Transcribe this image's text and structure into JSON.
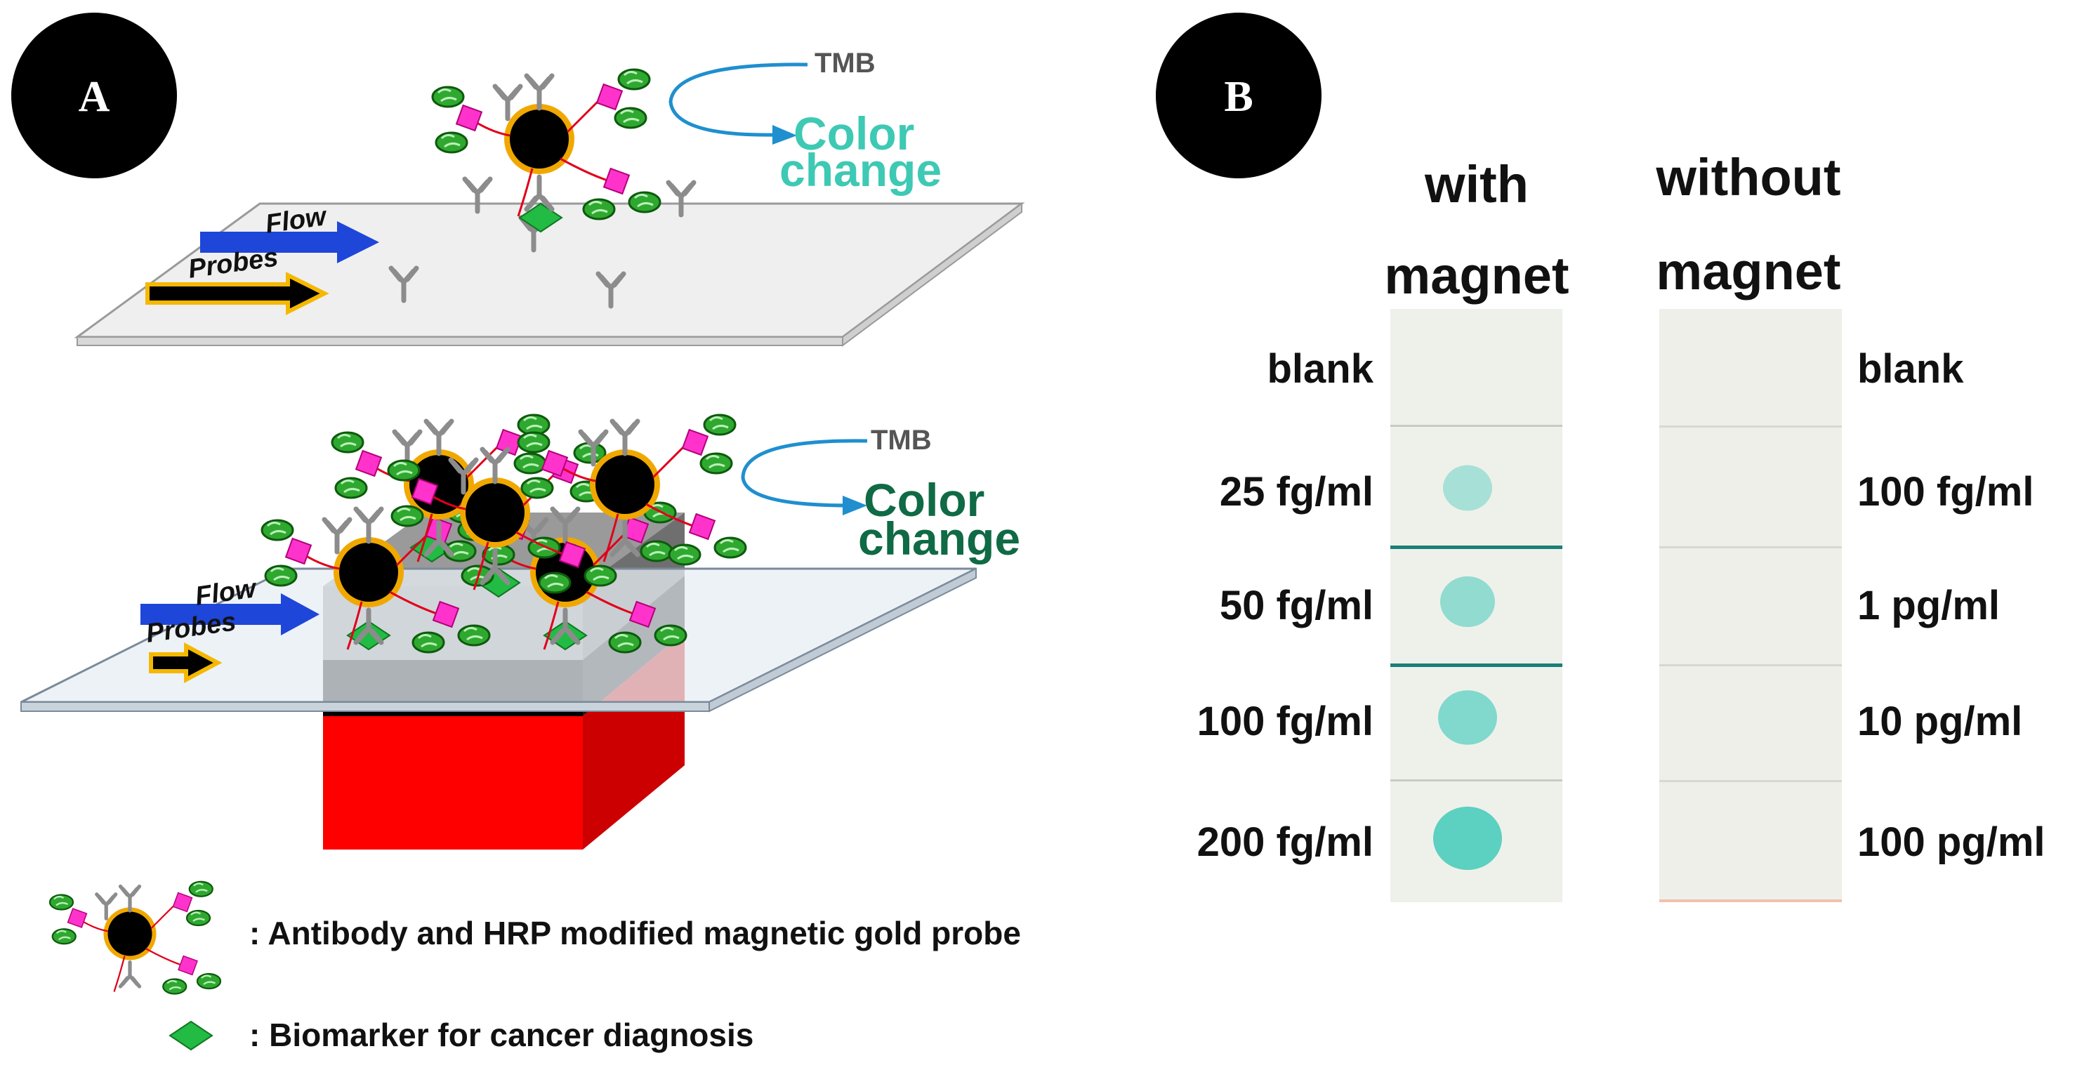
{
  "panels": {
    "a_letter": "A",
    "b_letter": "B"
  },
  "panel_a": {
    "top": {
      "flow_label": "Flow",
      "probes_label": "Probes",
      "tmb_label": "TMB",
      "color_change_line1": "Color",
      "color_change_line2": "change"
    },
    "bottom": {
      "flow_label": "Flow",
      "probes_label": "Probes",
      "tmb_label": "TMB",
      "color_change_line1": "Color",
      "color_change_line2": "change"
    },
    "legend": {
      "probe_text": ": Antibody and HRP modified magnetic gold probe",
      "biomarker_text": ": Biomarker for cancer diagnosis"
    }
  },
  "panel_b": {
    "with_magnet_line1": "with",
    "with_magnet_line2": "magnet",
    "without_magnet_line1": "without",
    "without_magnet_line2": "magnet",
    "left_labels": [
      "blank",
      "25 fg/ml",
      "50 fg/ml",
      "100 fg/ml",
      "200 fg/ml"
    ],
    "right_labels": [
      "blank",
      "100 fg/ml",
      "1 pg/ml",
      "10 pg/ml",
      "100 pg/ml"
    ],
    "left_spot_intensity": [
      0,
      0.25,
      0.45,
      0.6,
      0.95
    ],
    "right_spot_intensity": [
      0,
      0,
      0,
      0,
      0
    ]
  },
  "colors": {
    "badge": "#000000",
    "flow_arrow": "#1e46d8",
    "probes_arrow_fill": "#000000",
    "probes_arrow_outline": "#f5b800",
    "gold_ring": "#f0a800",
    "hrp": "#2fa82f",
    "linker": "#ff33cc",
    "biomarker": "#22bb44",
    "magnet_red": "#ff0000",
    "magnet_black": "#000000",
    "tmb_spot": "#3cc8b8",
    "color_change_top": "#3ec9b4",
    "color_change_bottom": "#0f6a45"
  }
}
